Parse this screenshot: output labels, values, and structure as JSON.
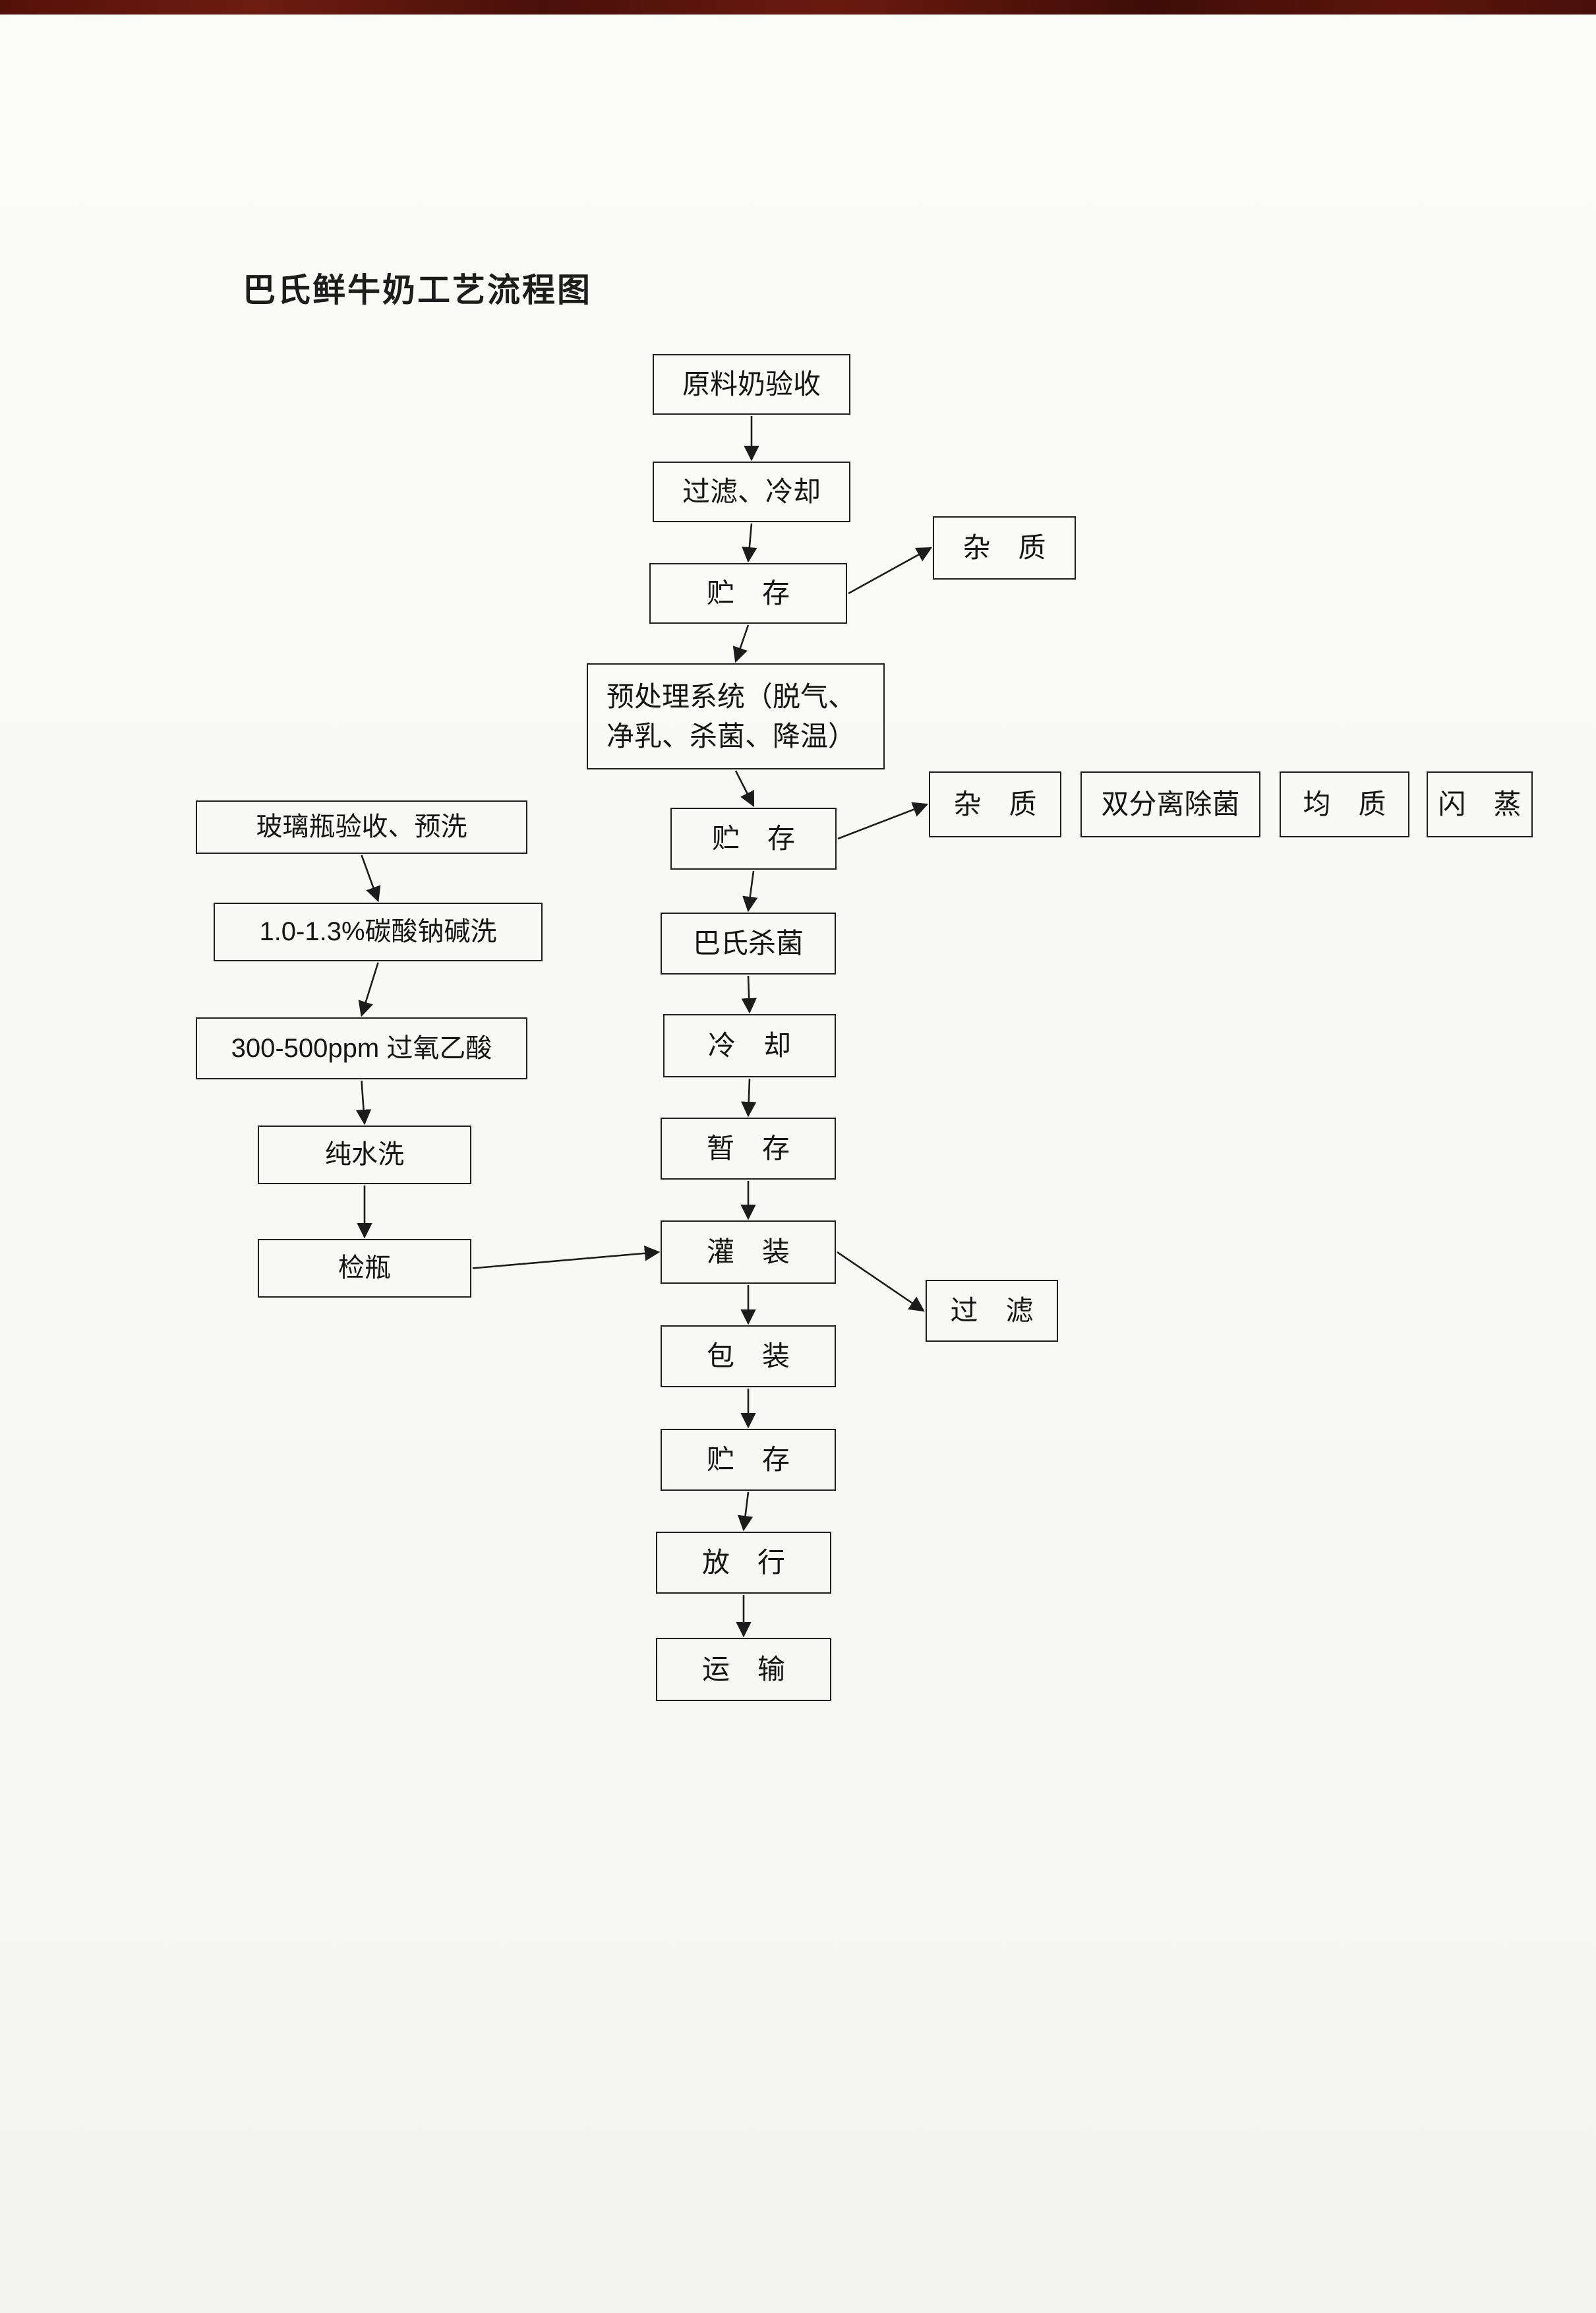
{
  "page": {
    "title": "巴氏鲜牛奶工艺流程图"
  },
  "nodes": {
    "raw_milk": {
      "label": "原料奶验收"
    },
    "filter_cool": {
      "label": "过滤、冷却"
    },
    "storage1": {
      "label": "贮　存"
    },
    "pretreatment": {
      "label": "预处理系统（脱气、\n净乳、杀菌、降温）"
    },
    "storage2": {
      "label": "贮　存"
    },
    "pasteurize": {
      "label": "巴氏杀菌"
    },
    "cooling": {
      "label": "冷　却"
    },
    "temp_storage": {
      "label": "暂　存"
    },
    "filling": {
      "label": "灌　装"
    },
    "packaging": {
      "label": "包　装"
    },
    "storage3": {
      "label": "贮　存"
    },
    "release": {
      "label": "放　行"
    },
    "transport": {
      "label": "运　输"
    },
    "impurity1": {
      "label": "杂　质"
    },
    "impurity2": {
      "label": "杂　质"
    },
    "dual_separation": {
      "label": "双分离除菌"
    },
    "homogenize": {
      "label": "均　质"
    },
    "flash": {
      "label": "闪　蒸"
    },
    "filter_side": {
      "label": "过　滤"
    },
    "bottle_accept": {
      "label": "玻璃瓶验收、预洗"
    },
    "alkali_wash": {
      "label": "1.0-1.3%碳酸钠碱洗"
    },
    "peracetic": {
      "label": "300-500ppm 过氧乙酸"
    },
    "water_wash": {
      "label": "纯水洗"
    },
    "bottle_inspect": {
      "label": "检瓶"
    }
  },
  "edges": [
    {
      "from": "raw_milk",
      "to": "filter_cool",
      "dir": "down"
    },
    {
      "from": "filter_cool",
      "to": "storage1",
      "dir": "down"
    },
    {
      "from": "storage1",
      "to": "pretreatment",
      "dir": "down"
    },
    {
      "from": "pretreatment",
      "to": "storage2",
      "dir": "down"
    },
    {
      "from": "storage2",
      "to": "pasteurize",
      "dir": "down"
    },
    {
      "from": "pasteurize",
      "to": "cooling",
      "dir": "down"
    },
    {
      "from": "cooling",
      "to": "temp_storage",
      "dir": "down"
    },
    {
      "from": "temp_storage",
      "to": "filling",
      "dir": "down"
    },
    {
      "from": "filling",
      "to": "packaging",
      "dir": "down"
    },
    {
      "from": "packaging",
      "to": "storage3",
      "dir": "down"
    },
    {
      "from": "storage3",
      "to": "release",
      "dir": "down"
    },
    {
      "from": "release",
      "to": "transport",
      "dir": "down"
    },
    {
      "from": "bottle_accept",
      "to": "alkali_wash",
      "dir": "down"
    },
    {
      "from": "alkali_wash",
      "to": "peracetic",
      "dir": "down"
    },
    {
      "from": "peracetic",
      "to": "water_wash",
      "dir": "down"
    },
    {
      "from": "water_wash",
      "to": "bottle_inspect",
      "dir": "down"
    },
    {
      "from": "storage1",
      "to": "impurity1",
      "dir": "right"
    },
    {
      "from": "storage2",
      "to": "impurity2",
      "dir": "right"
    },
    {
      "from": "filling",
      "to": "filter_side",
      "dir": "right"
    },
    {
      "from": "bottle_inspect",
      "to": "filling",
      "dir": "right"
    }
  ]
}
